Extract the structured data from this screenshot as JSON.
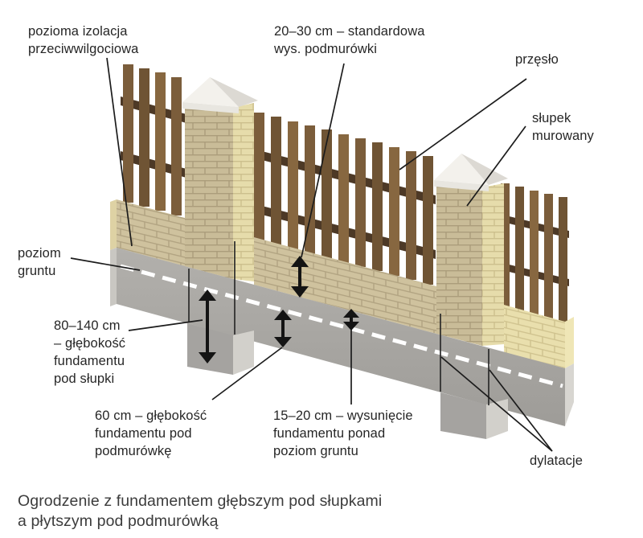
{
  "diagram": {
    "labels": {
      "insulation": "pozioma izolacja\nprzeciwwilgociowa",
      "base_height": "20–30 cm – standardowa\nwys. podmurówki",
      "span": "przęsło",
      "pillar": "słupek\nmurowany",
      "ground_level": "poziom\ngruntu",
      "pillar_foundation_depth": "80–140 cm\n– głębokość\nfundamentu\npod słupki",
      "base_foundation_depth": "60 cm – głębokość\nfundamentu pod\npodmurówkę",
      "foundation_protrusion": "15–20 cm – wysunięcie\nfundamentu ponad\npoziom gruntu",
      "expansion_joints": "dylatacje"
    },
    "caption": "Ogrodzenie z fundamentem głębszym pod słupkami\na płytszym pod podmurówką",
    "colors": {
      "background": "#ffffff",
      "brick": "#cfc29e",
      "brick_mortar": "#b1a381",
      "brick_light": "#e9dfad",
      "wood": "#7b5d3b",
      "wood_rail_dark": "#4d3926",
      "concrete_side": "#a9a7a3",
      "concrete_front": "#d2d0cb",
      "pillar_cap_white": "#f3f1ec",
      "ground_dash": "#ffffff",
      "line": "#1c1c1c",
      "text": "#262626"
    }
  }
}
